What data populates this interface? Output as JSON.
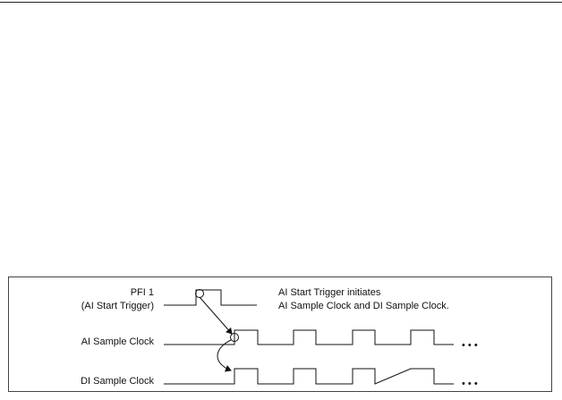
{
  "signals": {
    "pfi1_line1": "PFI 1",
    "pfi1_line2": "(AI Start Trigger)",
    "ai_sample_clock": "AI Sample Clock",
    "di_sample_clock": "DI Sample Clock"
  },
  "annotation": {
    "line1": "AI Start Trigger initiates",
    "line2": "AI Sample Clock and DI Sample Clock."
  },
  "continuation": {
    "ai": "• • •",
    "di": "• • •"
  },
  "colors": {
    "ink": "#111111",
    "frame": "#444444",
    "background": "#ffffff"
  }
}
